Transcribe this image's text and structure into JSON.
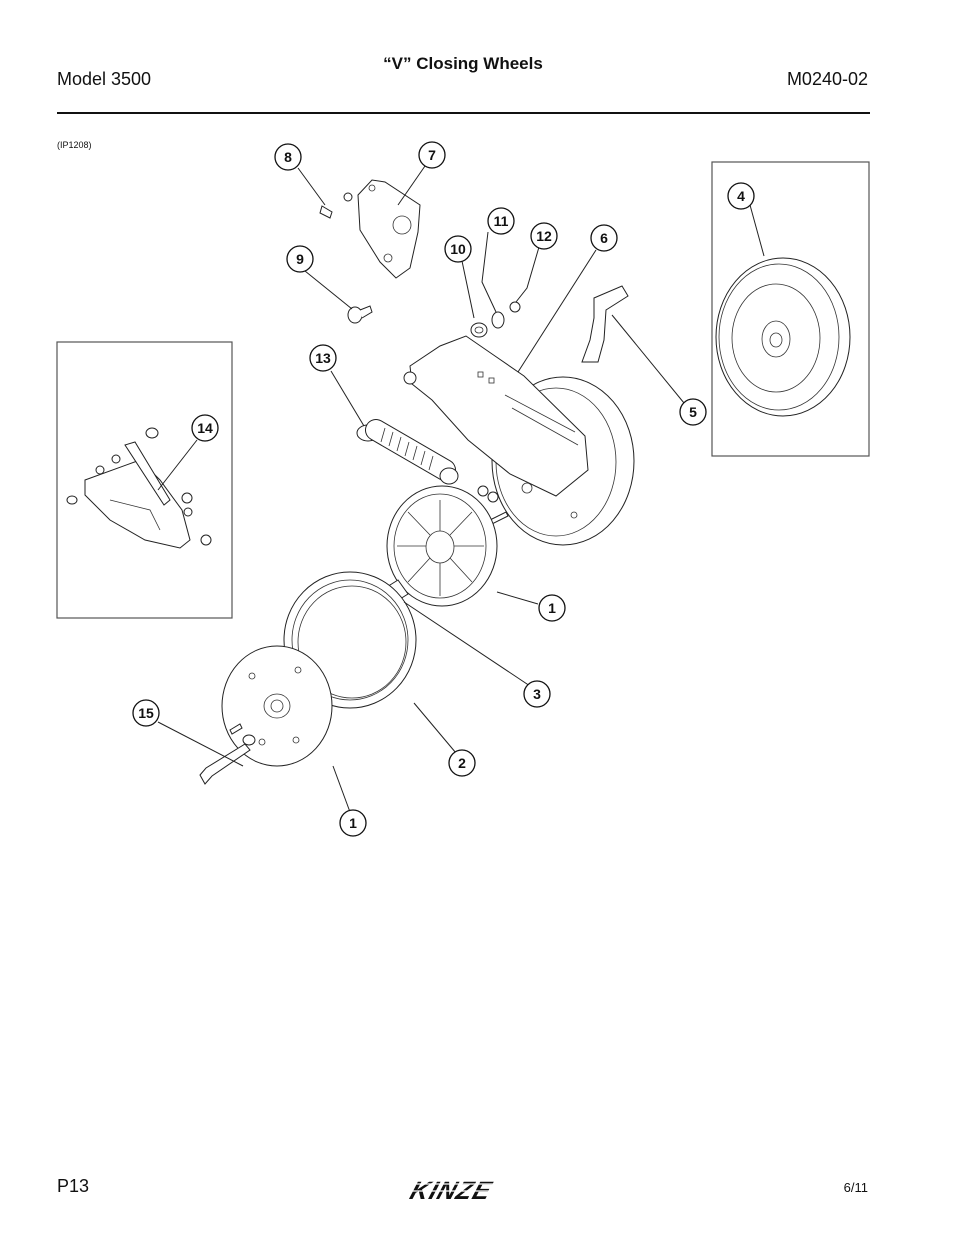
{
  "header": {
    "model": "Model 3500",
    "title": "“V” Closing Wheels",
    "doc_number": "M0240-02"
  },
  "figure_ref": "(IP1208)",
  "callouts": [
    {
      "id": "c8",
      "label": "8"
    },
    {
      "id": "c7",
      "label": "7"
    },
    {
      "id": "c4",
      "label": "4"
    },
    {
      "id": "c11",
      "label": "11"
    },
    {
      "id": "c12",
      "label": "12"
    },
    {
      "id": "c10",
      "label": "10"
    },
    {
      "id": "c6",
      "label": "6"
    },
    {
      "id": "c9",
      "label": "9"
    },
    {
      "id": "c13",
      "label": "13"
    },
    {
      "id": "c5",
      "label": "5"
    },
    {
      "id": "c14",
      "label": "14"
    },
    {
      "id": "c1a",
      "label": "1"
    },
    {
      "id": "c3",
      "label": "3"
    },
    {
      "id": "c15",
      "label": "15"
    },
    {
      "id": "c2",
      "label": "2"
    },
    {
      "id": "c1b",
      "label": "1"
    }
  ],
  "footer": {
    "page": "P13",
    "logo_text": "KINZE",
    "date": "6/11"
  }
}
